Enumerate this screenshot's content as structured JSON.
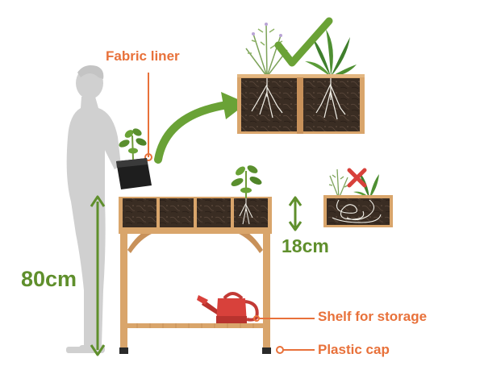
{
  "labels": {
    "fabric_liner": "Fabric liner",
    "height": "80cm",
    "depth": "18cm",
    "shelf": "Shelf for storage",
    "cap": "Plastic cap"
  },
  "colors": {
    "label_orange": "#e8713a",
    "measure_green": "#5f8f2c",
    "wood": "#d9a56b",
    "soil": "#3a2d23",
    "silhouette": "#cfcfcf",
    "watering_can": "#d8413b"
  },
  "icons": {
    "correct": "checkmark-icon",
    "incorrect": "cross-icon"
  }
}
